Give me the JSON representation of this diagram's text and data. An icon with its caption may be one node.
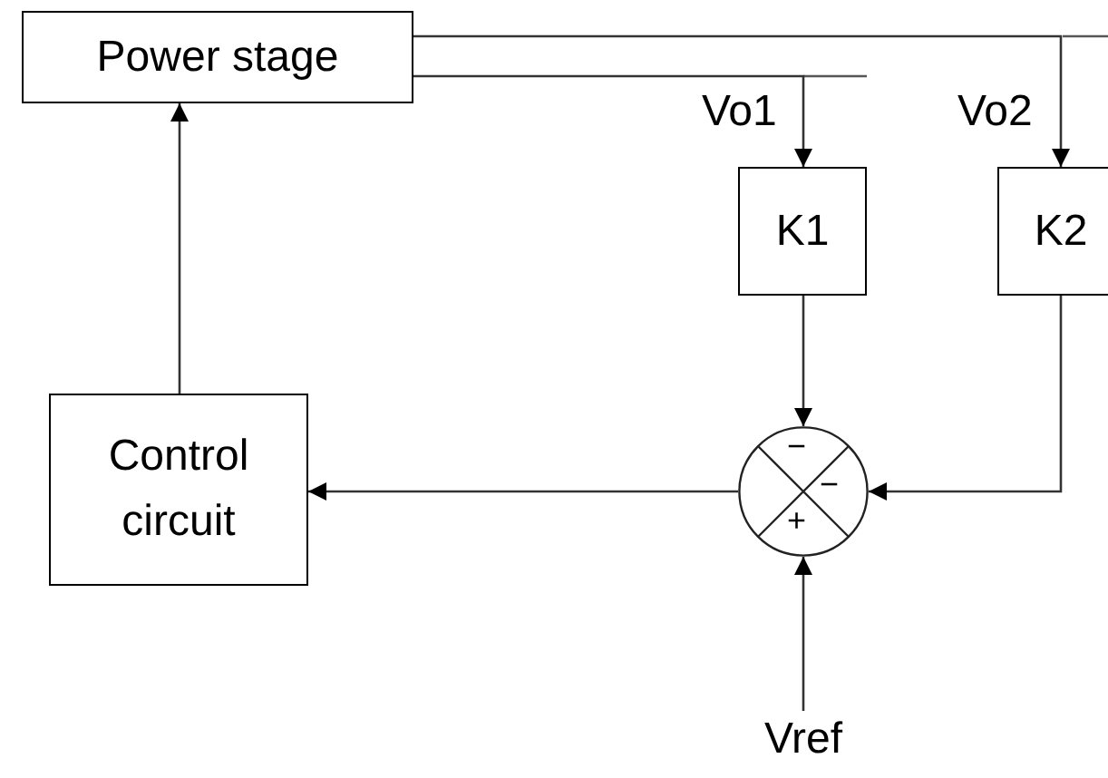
{
  "diagram": {
    "nodes": [
      {
        "text": [
          "Power stage"
        ]
      },
      {
        "text": [
          "K1"
        ]
      },
      {
        "text": [
          "K2"
        ]
      },
      {
        "text": [],
        "shape": "circle"
      },
      {
        "text": [
          "Control circuit"
        ]
      },
      {
        "text": [
          "Vref"
        ]
      }
    ],
    "edges": [
      {
        "from": 0,
        "to": 1,
        "arrow": "to",
        "label": "Vo1"
      },
      {
        "from": 0,
        "to": 2,
        "arrow": "to",
        "label": "Vo2"
      },
      {
        "from": 1,
        "to": 3,
        "arrow": "to"
      },
      {
        "from": 2,
        "to": 3,
        "arrow": "to"
      },
      {
        "from": 5,
        "to": 3,
        "arrow": "to"
      },
      {
        "from": 3,
        "to": 4,
        "arrow": "to"
      },
      {
        "from": 4,
        "to": 0,
        "arrow": "to"
      }
    ],
    "labels": [
      "−",
      "−",
      "+"
    ]
  }
}
